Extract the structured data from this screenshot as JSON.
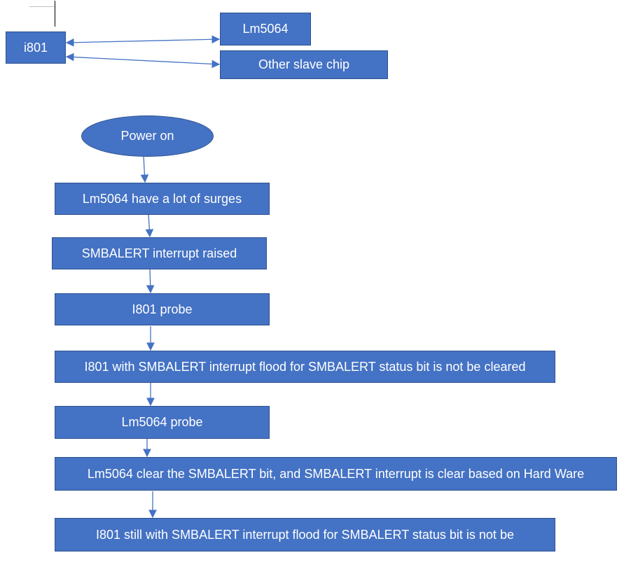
{
  "diagram": {
    "top": {
      "i801": "i801",
      "lm5064": "Lm5064",
      "other_slave": "Other slave chip"
    },
    "flow": {
      "start": "Power on",
      "steps": [
        "Lm5064 have a lot of surges",
        "SMBALERT interrupt raised",
        "I801 probe",
        "I801 with SMBALERT interrupt flood for SMBALERT status bit is not be cleared",
        "Lm5064 probe",
        "Lm5064 clear the SMBALERT bit, and SMBALERT interrupt is clear based on Hard Ware",
        "I801 still with SMBALERT interrupt flood for SMBALERT status bit is not be"
      ]
    },
    "colors": {
      "box_fill": "#4472c4",
      "box_border": "#2f528f",
      "text": "#ffffff",
      "connector": "#4472c4"
    }
  }
}
